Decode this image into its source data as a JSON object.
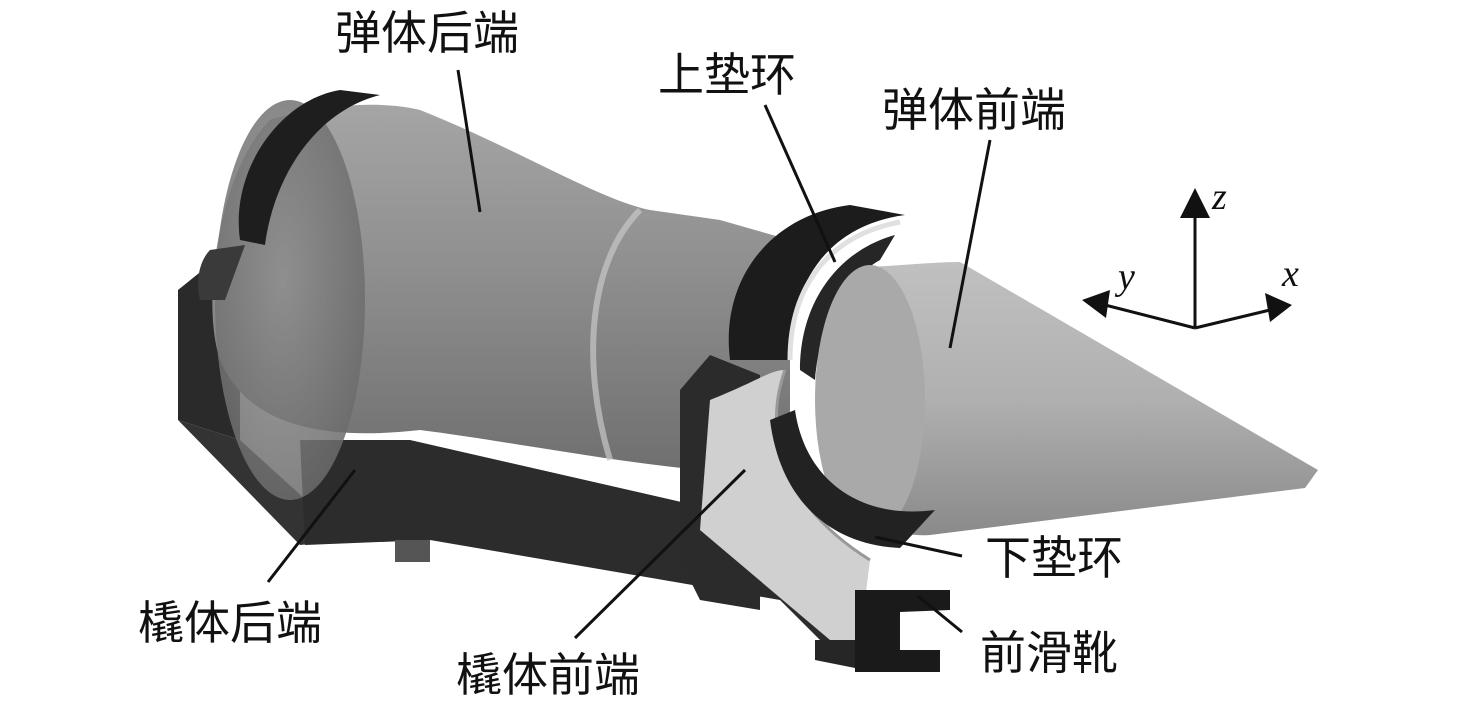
{
  "labels": {
    "projectile_rear": "弹体后端",
    "upper_pad_ring": "上垫环",
    "projectile_front": "弹体前端",
    "lower_pad_ring": "下垫环",
    "sled_rear": "橇体后端",
    "sled_front": "橇体前端",
    "front_slipper": "前滑靴"
  },
  "axes": {
    "x": "x",
    "y": "y",
    "z": "z"
  }
}
